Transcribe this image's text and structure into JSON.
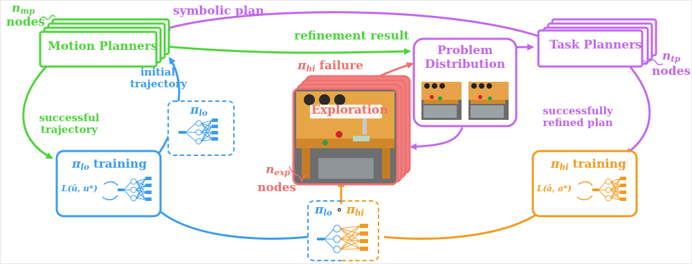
{
  "labels": {
    "n_mp": "n",
    "n_mp_sub": "mp",
    "nodes_mp": "nodes",
    "symbolic_plan": "symbolic plan",
    "motion_planners": "Motion Planners",
    "refinement_result": "refinement result",
    "problem_distribution_line1": "Problem",
    "problem_distribution_line2": "Distribution",
    "task_planners": "Task Planners",
    "n_tp": "n",
    "n_tp_sub": "tp",
    "nodes_tp": "nodes",
    "pi": "π",
    "hi": "hi",
    "lo": "lo",
    "failure": "failure",
    "initial_line1": "initial",
    "initial_line2": "trajectory",
    "exploration": "Exploration",
    "successful_line1": "successful",
    "successful_line2": "trajectory",
    "successfully_line1": "successfully",
    "successfully_line2": "refined plan",
    "training": "training",
    "loss_lo": "L(û, u*)",
    "loss_hi": "L(â, a*)",
    "n_exp": "n",
    "n_exp_sub": "exp",
    "nodes_exp": "nodes",
    "compose": "∘"
  },
  "colors": {
    "green": "#4cd43a",
    "purple": "#c266f0",
    "blue": "#3a9cf0",
    "orange": "#f39a1e",
    "salmon": "#f07070"
  }
}
